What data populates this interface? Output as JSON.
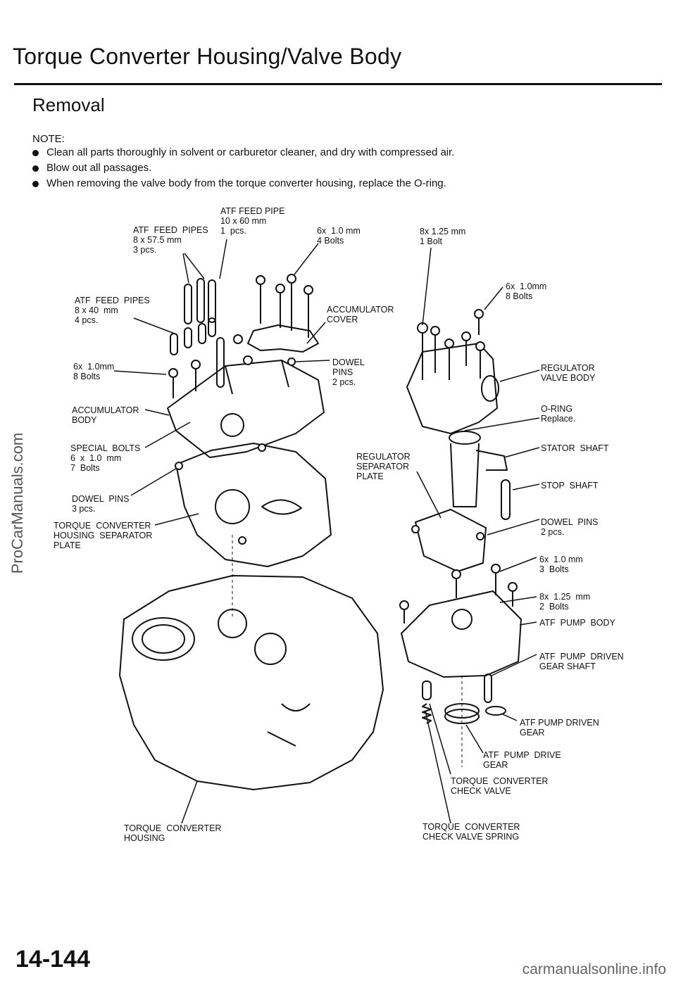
{
  "page": {
    "title": "Torque Converter Housing/Valve Body",
    "subtitle": "Removal",
    "note_label": "NOTE:",
    "notes": [
      "Clean all parts thoroughly in solvent or carburetor cleaner, and dry with compressed air.",
      "Blow out all passages.",
      "When removing the valve body from the torque converter housing, replace the O-ring."
    ],
    "page_number": "14-144",
    "watermark": "ProCarManuals.com",
    "footer": "carmanualsonline.info"
  },
  "labels": {
    "atf_feed_pipe_10x60": "ATF FEED PIPE\n10 x 60 mm\n1  pcs.",
    "atf_feed_pipes_8x57": "ATF  FEED  PIPES\n8 x 57.5 mm\n3 pcs.",
    "bolts_6x1_4": "6x  1.0 mm\n4 Bolts",
    "bolt_8x125_1": "8x 1.25 mm\n1 Bolt",
    "bolts_6x1_8_right": "6x  1.0mm\n8 Bolts",
    "atf_feed_pipes_8x40": "ATF  FEED  PIPES\n8 x 40  mm\n4 pcs.",
    "accumulator_cover": "ACCUMULATOR\nCOVER",
    "dowel_pins_2_upper": "DOWEL\nPINS\n2 pcs.",
    "bolts_6x1_8_left": "6x  1.0mm\n8 Bolts",
    "regulator_valve_body": "REGULATOR\nVALVE BODY",
    "accumulator_body": "ACCUMULATOR\nBODY",
    "o_ring": "O-RING\nReplace.",
    "special_bolts": "SPECIAL  BOLTS\n6  x  1.0  mm\n7  Bolts",
    "stator_shaft": "STATOR  SHAFT",
    "regulator_separator_plate": "REGULATOR\nSEPARATOR\nPLATE",
    "stop_shaft": "STOP  SHAFT",
    "dowel_pins_3": "DOWEL  PINS\n3 pcs.",
    "tc_housing_separator_plate": "TORQUE  CONVERTER\nHOUSING  SEPARATOR\nPLATE",
    "dowel_pins_2_right": "DOWEL  PINS\n2 pcs.",
    "bolts_6x1_3": "6x  1.0 mm\n3  Bolts",
    "bolts_8x125_2": "8x  1.25  mm\n2  Bolts",
    "atf_pump_body": "ATF  PUMP  BODY",
    "atf_pump_driven_gear_shaft": "ATF  PUMP  DRIVEN\nGEAR SHAFT",
    "atf_pump_driven_gear": "ATF PUMP DRIVEN\nGEAR",
    "atf_pump_drive_gear": "ATF  PUMP  DRIVE\nGEAR",
    "tc_check_valve": "TORQUE  CONVERTER\nCHECK VALVE",
    "tc_housing": "TORQUE  CONVERTER\nHOUSING",
    "tc_check_valve_spring": "TORQUE  CONVERTER\nCHECK VALVE SPRING"
  }
}
